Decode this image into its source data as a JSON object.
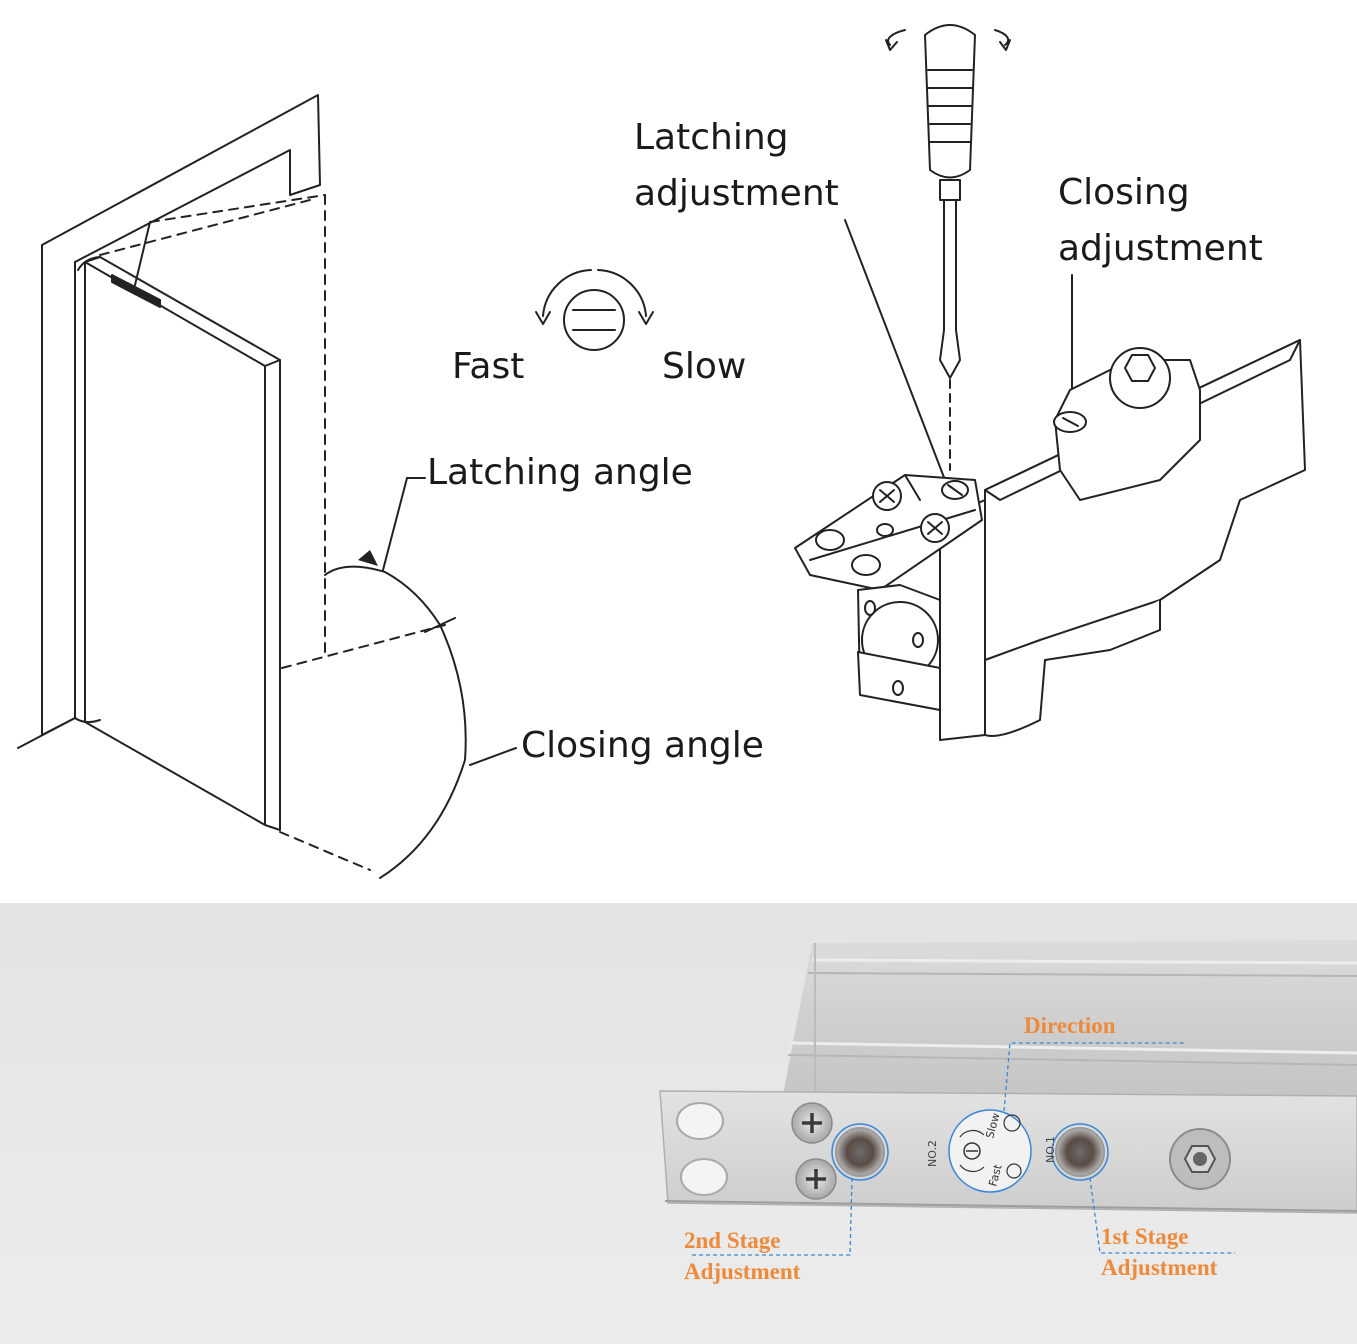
{
  "top_diagram": {
    "latching_adjustment": [
      "Latching",
      "adjustment"
    ],
    "closing_adjustment": [
      "Closing",
      "adjustment"
    ],
    "fast": "Fast",
    "slow": "Slow",
    "latching_angle": "Latching angle",
    "closing_angle": "Closing angle"
  },
  "bottom_photo": {
    "direction": "Direction",
    "second_stage": [
      "2nd Stage",
      "Adjustment"
    ],
    "first_stage": [
      "1st Stage",
      "Adjustment"
    ],
    "no2": "NO.2",
    "no1": "NO.1",
    "seal_slow": "Slow",
    "seal_fast": "Fast",
    "label_color": "#ee8a3a",
    "leader_color": "#3a86d8"
  }
}
